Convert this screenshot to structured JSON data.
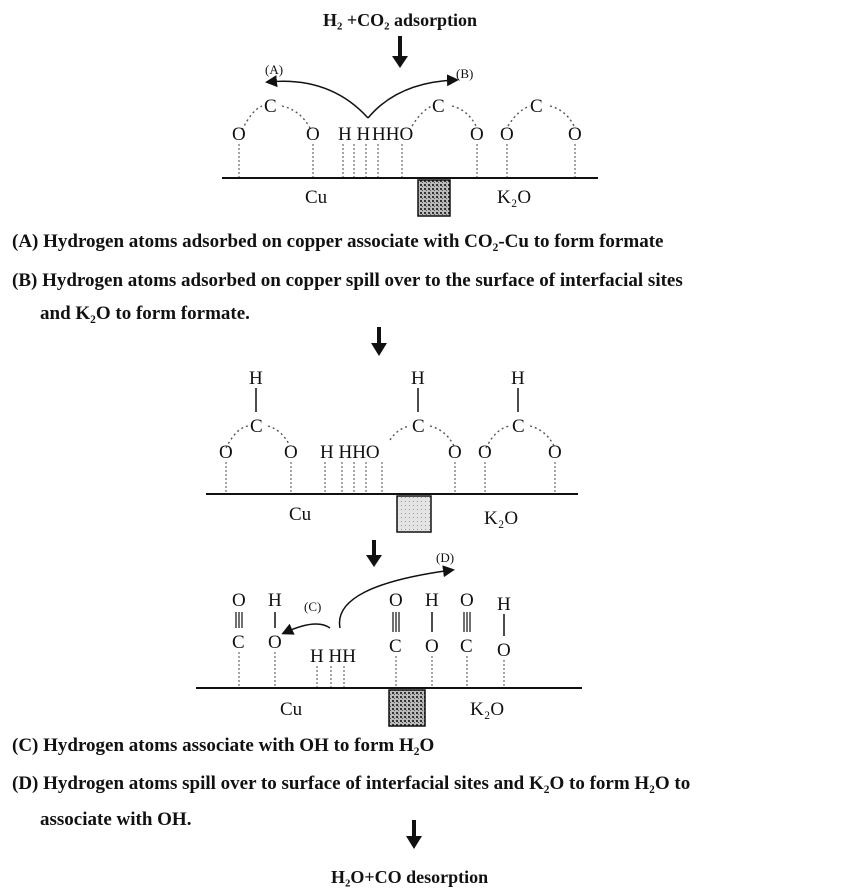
{
  "titles": {
    "top": "H₂ +CO₂ adsorption",
    "bottom": "H₂O+CO desorption"
  },
  "captions": {
    "a": "(A) Hydrogen atoms adsorbed on copper associate with CO₂-Cu to form formate",
    "b1": "(B) Hydrogen atoms adsorbed on copper spill  over to the surface of interfacial sites",
    "b2": "and K₂O to form formate.",
    "c": "(C) Hydrogen atoms associate with OH to form H₂O",
    "d1": "(D) Hydrogen atoms spill  over to surface of interfacial sites and K₂O to form H₂O to",
    "d2": "associate with OH."
  },
  "step1": {
    "arrow_a": "(A)",
    "arrow_b": "(B)",
    "surface_left": "Cu",
    "surface_right": "K₂O",
    "atoms": {
      "o": "O",
      "c": "C",
      "h": "H",
      "hho": "HHO",
      "hh": "H H"
    }
  },
  "step2": {
    "surface_left": "Cu",
    "surface_right": "K₂O",
    "atoms": {
      "o": "O",
      "c": "C",
      "h": "H",
      "hhho": "H HHO"
    }
  },
  "step3": {
    "arrow_c": "(C)",
    "arrow_d": "(D)",
    "surface_left": "Cu",
    "surface_right": "K₂O",
    "atoms": {
      "o": "O",
      "c": "C",
      "h": "H",
      "hhh": "H HH"
    }
  }
}
